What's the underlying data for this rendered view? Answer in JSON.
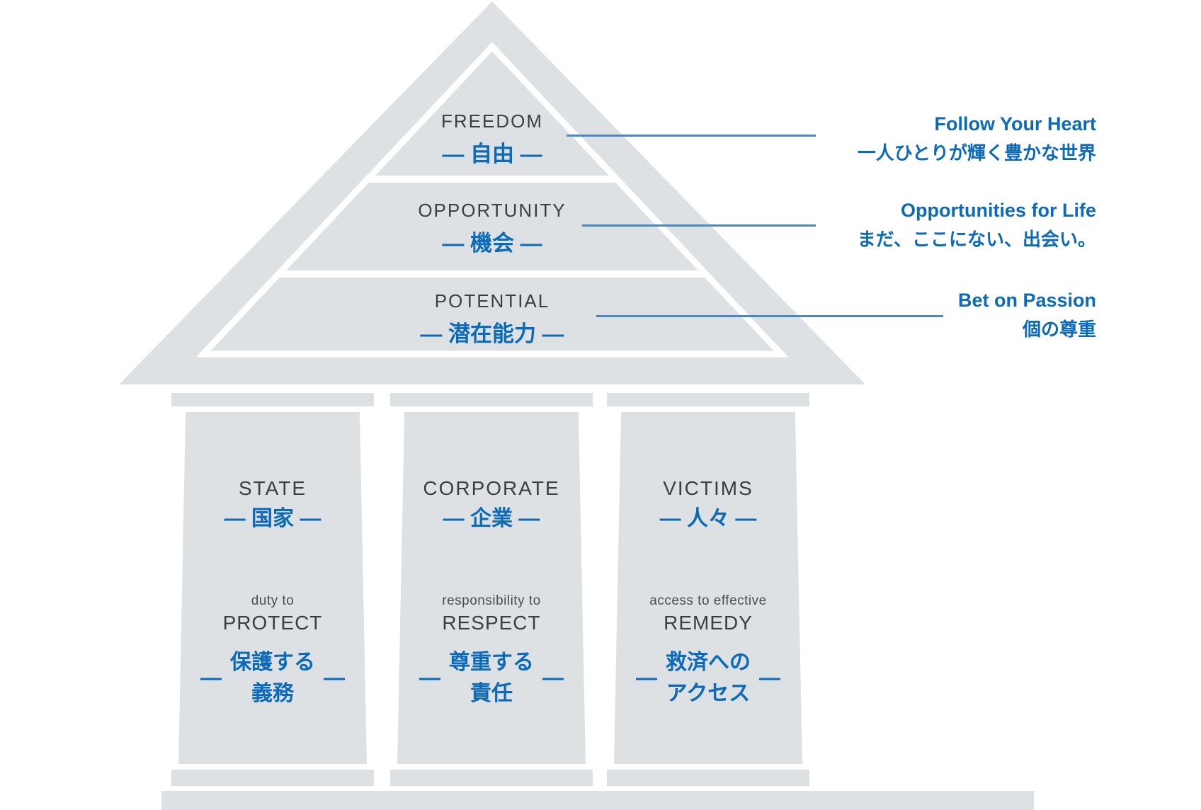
{
  "diagram": {
    "dash": "—",
    "roof": {
      "levels": [
        {
          "en": "FREEDOM",
          "jp": "— 自由 —"
        },
        {
          "en": "OPPORTUNITY",
          "jp": "— 機会 —"
        },
        {
          "en": "POTENTIAL",
          "jp": "— 潜在能力 —"
        }
      ]
    },
    "annotations": [
      {
        "en": "Follow Your Heart",
        "jp": "一人ひとりが輝く豊かな世界"
      },
      {
        "en": "Opportunities for Life",
        "jp": "まだ、ここにない、出会い。"
      },
      {
        "en": "Bet on Passion",
        "jp": "個の尊重"
      }
    ],
    "pillars": [
      {
        "en": "STATE",
        "jp": "— 国家 —",
        "role_prefix": "duty to",
        "role_en": "PROTECT",
        "role_jp_1": "保護する",
        "role_jp_2": "義務"
      },
      {
        "en": "CORPORATE",
        "jp": "— 企業 —",
        "role_prefix": "responsibility to",
        "role_en": "RESPECT",
        "role_jp_1": "尊重する",
        "role_jp_2": "責任"
      },
      {
        "en": "VICTIMS",
        "jp": "— 人々 —",
        "role_prefix": "access to effective",
        "role_en": "REMEDY",
        "role_jp_1": "救済への",
        "role_jp_2": "アクセス"
      }
    ],
    "colors": {
      "structure_gray": "#dde1e4",
      "text_dark": "#3b3e42",
      "accent_blue": "#0c6ab8",
      "line_blue": "#4b87c5"
    }
  }
}
